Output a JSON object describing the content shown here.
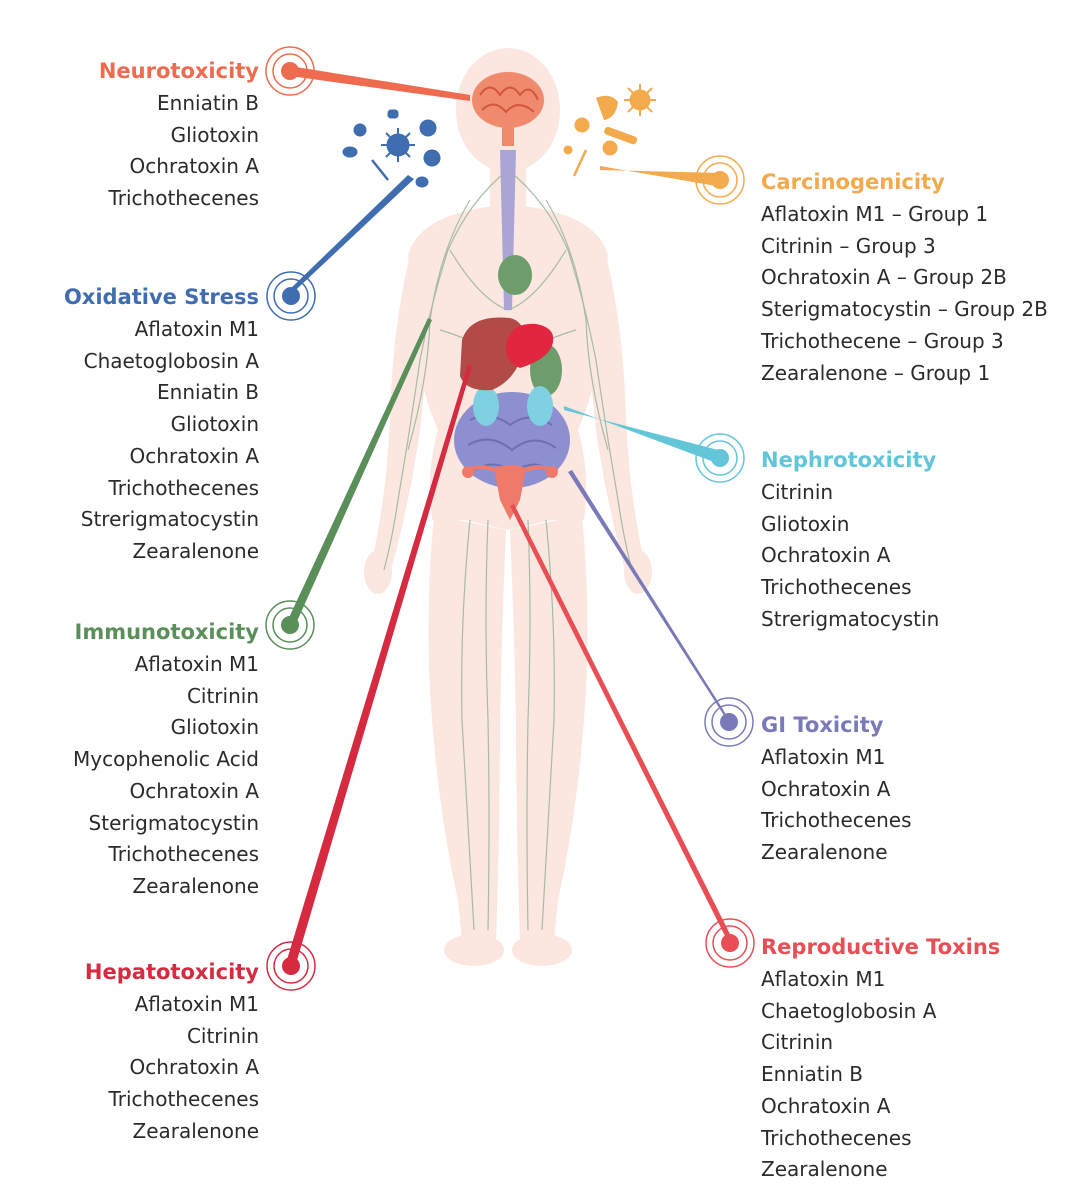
{
  "colors": {
    "neuro": "#ee6b4f",
    "oxidative": "#3f6db0",
    "immuno": "#5a8f5a",
    "hepato": "#d62a40",
    "carcino": "#f2aa4c",
    "nephro": "#62c6d8",
    "gi": "#7a7ab8",
    "repro": "#e94e54",
    "body": "#fbe6e0",
    "lymph": "#9db89a"
  },
  "icons": [
    "microbe-icon",
    "virus-icon",
    "pill-icon",
    "fork-icon",
    "skull-icon",
    "smoking-pipe-icon"
  ],
  "groups": {
    "neuro": {
      "title": "Neurotoxicity",
      "items": [
        "Enniatin B",
        "Gliotoxin",
        "Ochratoxin A",
        "Trichothecenes"
      ]
    },
    "oxidative": {
      "title": "Oxidative Stress",
      "items": [
        "Aflatoxin M1",
        "Chaetoglobosin A",
        "Enniatin B",
        "Gliotoxin",
        "Ochratoxin A",
        "Trichothecenes",
        "Strerigmatocystin",
        "Zearalenone"
      ]
    },
    "immuno": {
      "title": "Immunotoxicity",
      "items": [
        "Aflatoxin M1",
        "Citrinin",
        "Gliotoxin",
        "Mycophenolic Acid",
        "Ochratoxin A",
        "Sterigmatocystin",
        "Trichothecenes",
        "Zearalenone"
      ]
    },
    "hepato": {
      "title": "Hepatotoxicity",
      "items": [
        "Aflatoxin M1",
        "Citrinin",
        "Ochratoxin A",
        "Trichothecenes",
        "Zearalenone"
      ]
    },
    "carcino": {
      "title": "Carcinogenicity",
      "items": [
        "Aflatoxin M1 – Group 1",
        "Citrinin – Group 3",
        "Ochratoxin A – Group 2B",
        "Sterigmatocystin – Group 2B",
        "Trichothecene – Group 3",
        "Zearalenone – Group 1"
      ]
    },
    "nephro": {
      "title": "Nephrotoxicity",
      "items": [
        "Citrinin",
        "Gliotoxin",
        "Ochratoxin A",
        "Trichothecenes",
        "Strerigmatocystin"
      ]
    },
    "gi": {
      "title": "GI Toxicity",
      "items": [
        "Aflatoxin M1",
        "Ochratoxin A",
        "Trichothecenes",
        "Zearalenone"
      ]
    },
    "repro": {
      "title": "Reproductive Toxins",
      "items": [
        "Aflatoxin M1",
        "Chaetoglobosin A",
        "Citrinin",
        "Enniatin B",
        "Ochratoxin A",
        "Trichothecenes",
        "Zearalenone"
      ]
    }
  }
}
